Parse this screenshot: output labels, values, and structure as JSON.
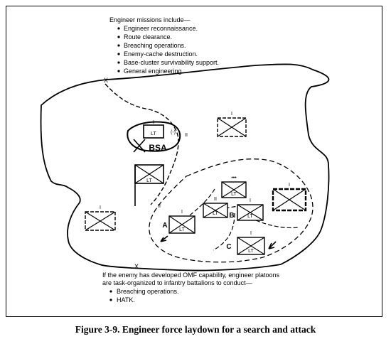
{
  "top_note": {
    "heading": "Engineer missions include—",
    "items": [
      "Engineer reconnaissance.",
      "Route clearance.",
      "Breaching operations.",
      "Enemy-cache destruction.",
      "Base-cluster survivability support.",
      "General engineering."
    ]
  },
  "bottom_note": {
    "line1": "If the enemy has developed OMF capability, engineer platoons",
    "line2": "are task-organized to infantry battalions to conduct—",
    "items": [
      "Breaching operations.",
      "HATK."
    ]
  },
  "symbols": {
    "bsa_label": "BSA",
    "lt": "LT",
    "reduced": "(-)",
    "echelon_company": "I",
    "echelon_battalion": "II",
    "echelon_platoon": "•••",
    "boundary_x": "X"
  },
  "objectives": [
    "A",
    "B",
    "C"
  ],
  "caption": "Figure 3-9. Engineer force laydown for a search and attack"
}
